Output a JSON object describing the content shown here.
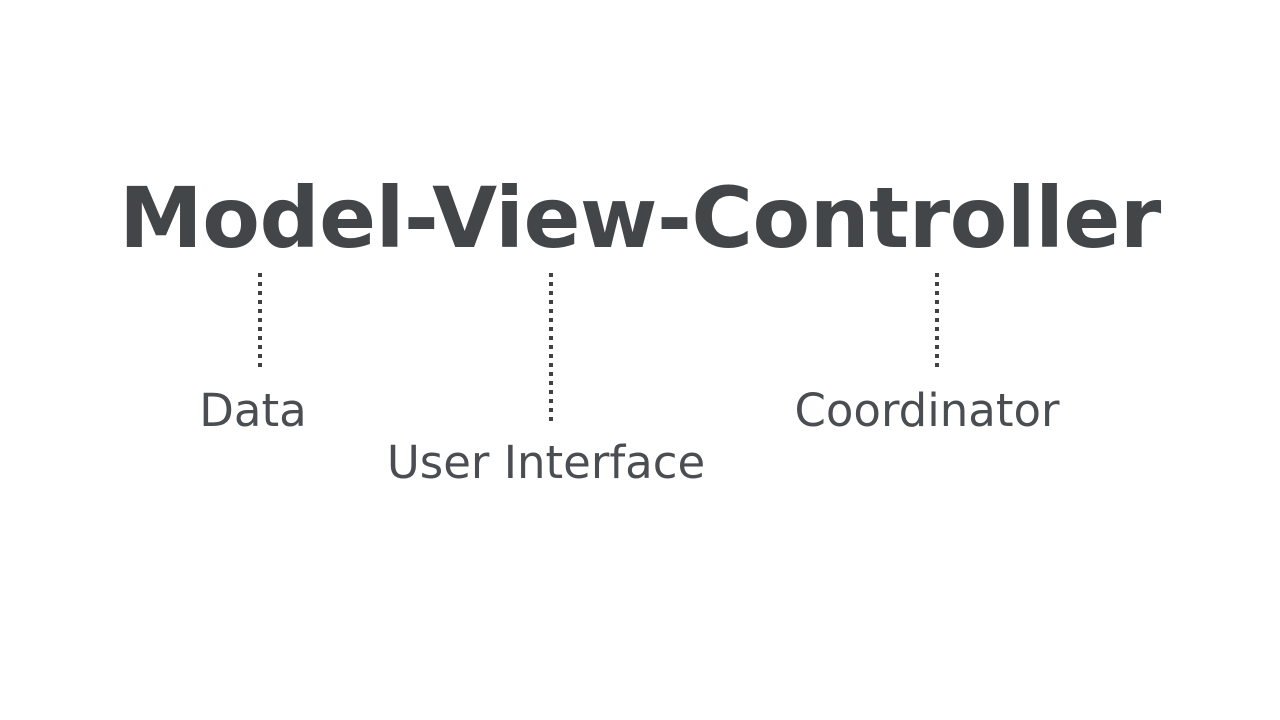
{
  "slide": {
    "background_color": "#ffffff",
    "title": {
      "text": "Model-View-Controller",
      "color": "#434649"
    },
    "text_color": "#4a4d51",
    "connector_color": "#3f4245",
    "nodes": [
      {
        "term": "Model",
        "label": "Data",
        "connector": "dotted-vertical-line"
      },
      {
        "term": "View",
        "label": "User Interface",
        "connector": "dotted-vertical-line"
      },
      {
        "term": "Controller",
        "label": "Coordinator",
        "connector": "dotted-vertical-line"
      }
    ]
  }
}
